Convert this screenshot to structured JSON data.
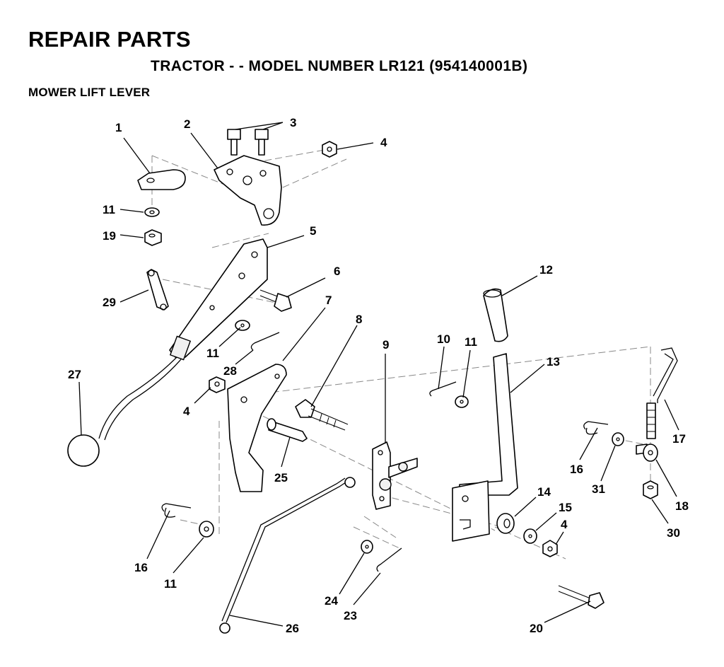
{
  "header": {
    "title": "REPAIR PARTS",
    "subtitle": "TRACTOR - - MODEL NUMBER LR121 (954140001B)",
    "section": "MOWER LIFT LEVER"
  },
  "callouts": [
    "1",
    "2",
    "3",
    "4",
    "11",
    "19",
    "5",
    "6",
    "29",
    "7",
    "12",
    "27",
    "11",
    "28",
    "8",
    "10",
    "11",
    "13",
    "9",
    "4",
    "17",
    "25",
    "16",
    "31",
    "14",
    "18",
    "15",
    "4",
    "30",
    "16",
    "11",
    "24",
    "23",
    "26",
    "20"
  ]
}
